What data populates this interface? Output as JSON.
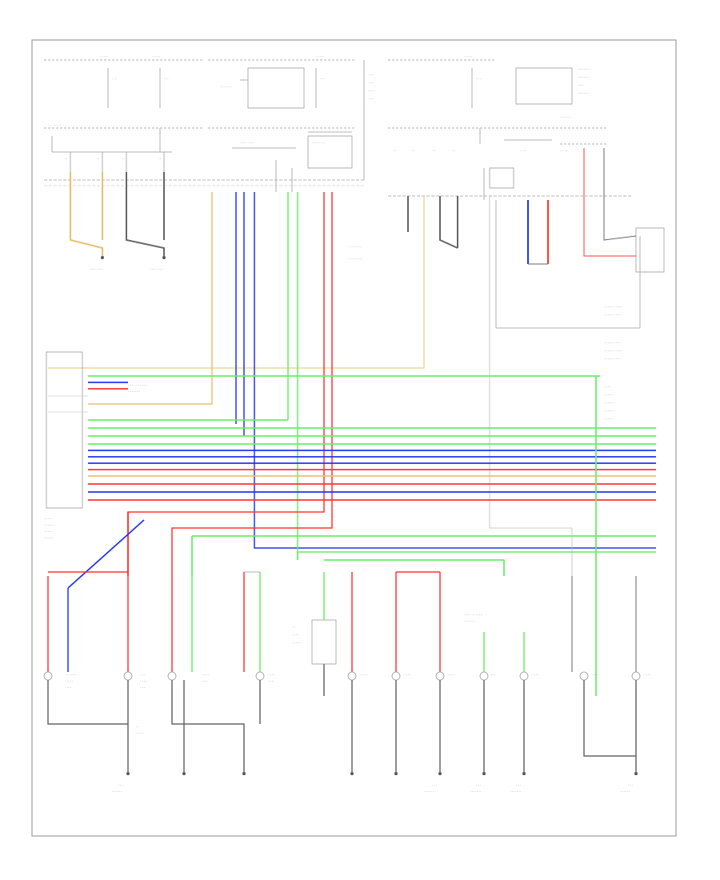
{
  "diagram": {
    "footer_code": "",
    "colors": {
      "black": "#555555",
      "gray": "#999999",
      "orange": "#e8c070",
      "blue": "#2233ee",
      "red": "#ff3333",
      "green": "#66ee66",
      "frame": "#888888"
    },
    "groups": [
      {
        "name": "top-left-fuse-block"
      },
      {
        "name": "top-center-relay"
      },
      {
        "name": "top-right-relay"
      },
      {
        "name": "left-connector"
      },
      {
        "name": "bottom-lamps"
      },
      {
        "name": "bottom-grounds"
      }
    ]
  }
}
